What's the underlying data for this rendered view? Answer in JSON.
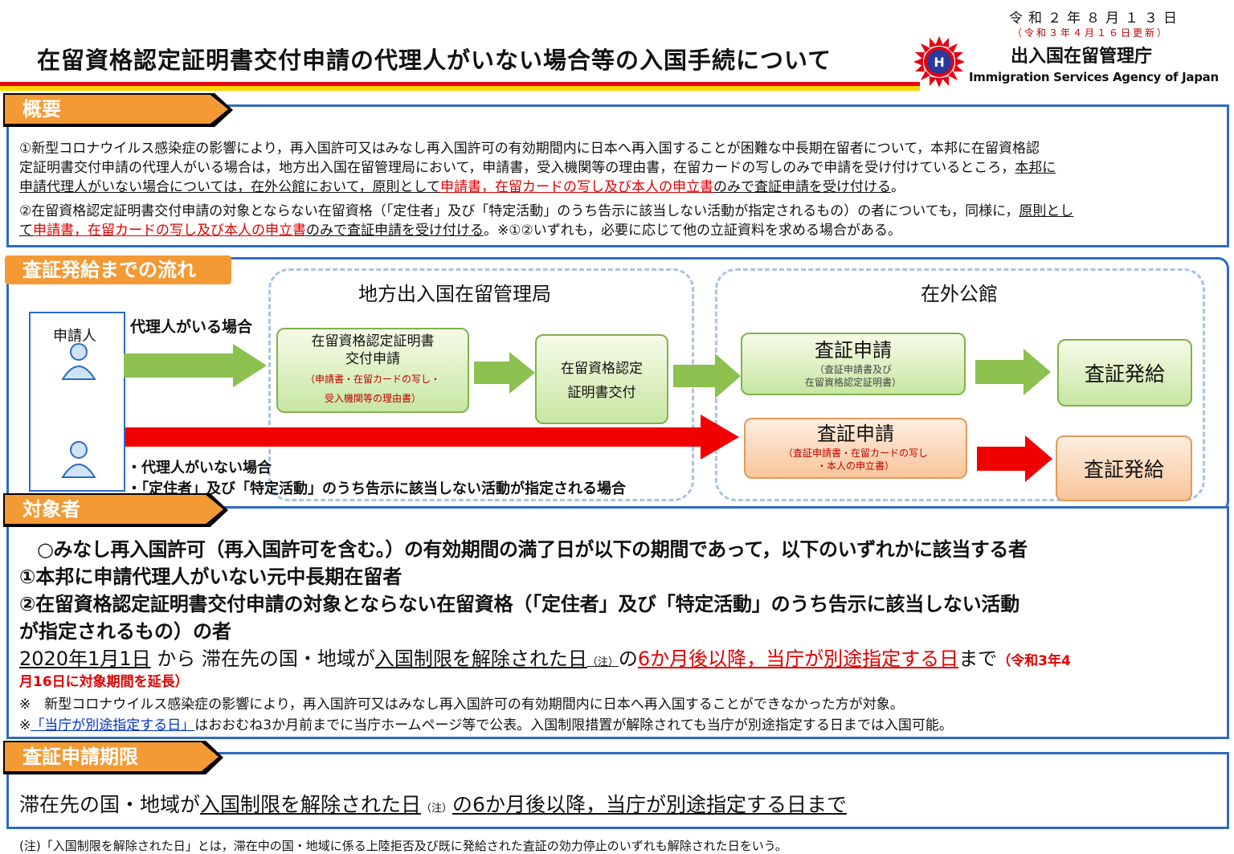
{
  "header": {
    "title": "在留資格認定証明書交付申請の代理人がいない場合等の入国手続について",
    "date": "令和２年８月１３日",
    "update": "（令和３年４月１６日更新）",
    "agency_jp": "出入国在留管理庁",
    "agency_en": "Immigration Services Agency of Japan"
  },
  "overview": {
    "heading": "概要",
    "p1_a": "①新型コロナウイルス感染症の影響により，再入国許可又はみなし再入国許可の有効期間内に日本へ再入国することが困難な中長期在留者について，本邦に在留資格認",
    "p1_b": "定証明書交付申請の代理人がいる場合は，地方出入国在留管理局において，申請書，受入機関等の理由書，在留カードの写しのみで申請を受け付けているところ，",
    "p1_b_ul": "本邦に",
    "p1_c_ul": "申請代理人がいない場合については，在外公館において，原則として",
    "p1_c_red": "申請書，在留カードの写し及び本人の申立書",
    "p1_c_ul2": "のみで査証申請を受け付ける",
    "p1_c_end": "。",
    "p2_a": "②在留資格認定証明書交付申請の対象とならない在留資格（「定住者」及び「特定活動」のうち告示に該当しない活動が指定されるもの）の者についても，同様に，",
    "p2_a_ul": "原則とし",
    "p2_b_ul": "て",
    "p2_b_red": "申請書，在留カードの写し及び本人の申立書",
    "p2_b_ul2": "のみで査証申請を受け付ける",
    "p2_b_end": "。※①②いずれも，必要に応じて他の立証資料を求める場合がある。"
  },
  "flow": {
    "heading": "査証発給までの流れ",
    "applicant": "申請人",
    "with_agent": "代理人がいる場合",
    "region_bureau": "地方出入国在留管理局",
    "overseas": "在外公館",
    "box1_title": "在留資格認定証明書\n交付申請",
    "box1_note": "（申請書・在留カードの写し・\n受入機関等の理由書）",
    "box2_title": "在留資格認定\n証明書交付",
    "visa_app": "査証申請",
    "box3_note": "（査証申請書及び\n在留資格認定証明書）",
    "box5_note": "（査証申請書・在留カードの写し\n・本人の申立書）",
    "visa_issue": "査証発給",
    "no_agent_1": "・代理人がいない場合",
    "no_agent_2": "・「定住者」及び「特定活動」のうち告示に該当しない活動が指定される場合"
  },
  "target": {
    "heading": "対象者",
    "l1": "○みなし再入国許可（再入国許可を含む。）の有効期間の満了日が以下の期間であって，以下のいずれかに該当する者",
    "l2": "①本邦に申請代理人がいない元中長期在留者",
    "l3a": "②在留資格認定証明書交付申請の対象とならない在留資格（「定住者」及び「特定活動」のうち告示に該当しない活動",
    "l3b": "が指定されるもの）の者",
    "l4_a": "2020年1月1日",
    "l4_b": " から 滞在先の国・地域が",
    "l4_c": "入国制限を解除された日",
    "l4_note": "（注）",
    "l4_d": "の",
    "l4_e": "6か月後以降，当庁が別途指定する日",
    "l4_f": "まで",
    "l4_g": "（令和3年4",
    "l4_h": "月16日に対象期間を延長）",
    "n1": "※　新型コロナウイルス感染症の影響により，再入国許可又はみなし再入国許可の有効期間内に日本へ再入国することができなかった方が対象。",
    "n2_a": "※",
    "n2_link": "「当庁が別途指定する日」",
    "n2_b": "はおおむね3か月前までに当庁ホームページ等で公表。入国制限措置が解除されても当庁が別途指定する日までは入国可能。"
  },
  "deadline": {
    "heading": "査証申請期限",
    "a": "滞在先の国・地域が",
    "b": "入国制限を解除された日",
    "note": "（注）",
    "c": "の6か月後以降，当庁が別途指定する日まで"
  },
  "footnote": "(注)「入国制限を解除された日」とは，滞在中の国・地域に係る上陸拒否及び既に発給された査証の効力停止のいずれも解除された日をいう。",
  "colors": {
    "accent": "#2e6bc1",
    "orange": "#f39a34",
    "red": "#e00000",
    "green_arrow": "#7fb24a"
  }
}
